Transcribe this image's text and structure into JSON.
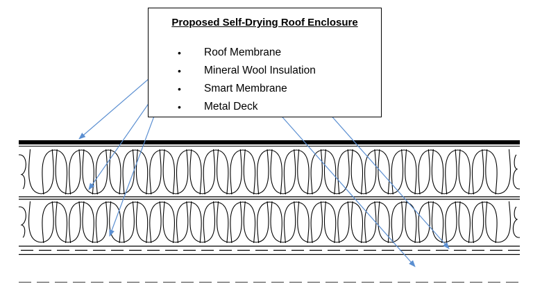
{
  "legend": {
    "title": "Proposed Self-Drying Roof Enclosure",
    "bullet": "•",
    "items": [
      {
        "key": "roof_membrane",
        "label": "Roof Membrane"
      },
      {
        "key": "mineral_wool",
        "label": "Mineral Wool Insulation"
      },
      {
        "key": "smart_membrane",
        "label": "Smart Membrane"
      },
      {
        "key": "metal_deck",
        "label": "Metal Deck"
      }
    ]
  },
  "colors": {
    "ink": "#000000",
    "arrow": "#5b8fd1",
    "background": "#ffffff"
  },
  "layers": [
    {
      "name": "roof-membrane",
      "style": "thick-solid-line"
    },
    {
      "name": "mineral-wool-insulation-upper",
      "style": "batt-insulation-loops"
    },
    {
      "name": "mineral-wool-insulation-lower",
      "style": "batt-insulation-loops"
    },
    {
      "name": "smart-membrane",
      "style": "dashed-line-between-solid-lines"
    },
    {
      "name": "metal-deck",
      "style": "dashed-line"
    }
  ],
  "insulation": {
    "loops_per_row": 18
  },
  "arrows": [
    {
      "from": "roof_membrane",
      "to": "roof-membrane"
    },
    {
      "from": "mineral_wool",
      "to": "mineral-wool-insulation-upper"
    },
    {
      "from": "mineral_wool",
      "to": "mineral-wool-insulation-lower"
    },
    {
      "from": "smart_membrane",
      "to": "smart-membrane"
    },
    {
      "from": "metal_deck",
      "to": "metal-deck"
    }
  ]
}
